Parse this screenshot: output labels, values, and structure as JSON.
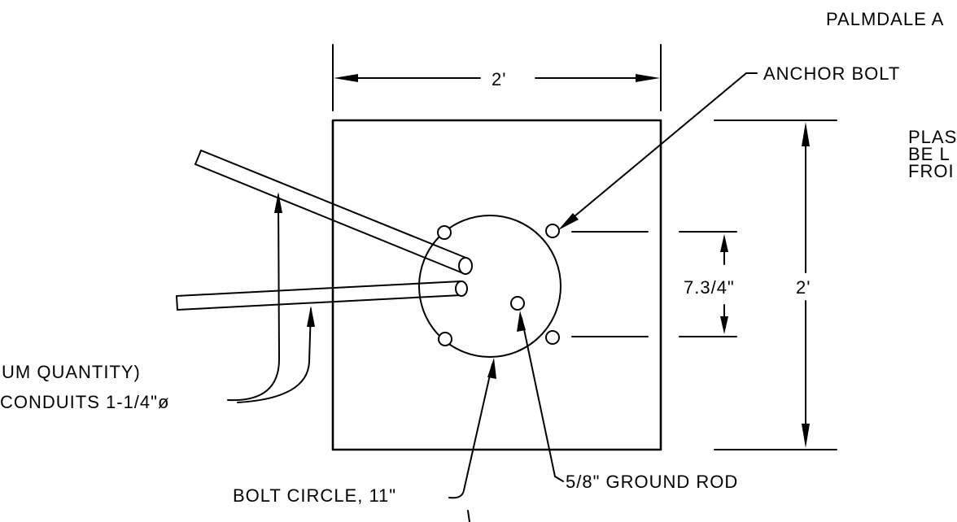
{
  "header_fragment": "PALMDALE A",
  "labels": {
    "top_width": "2'",
    "side_height": "2'",
    "bolt_spacing": "7.3/4\"",
    "anchor_bolt": "ANCHOR BOLT",
    "ground_rod": "5/8\" GROUND ROD",
    "bolt_circle": "BOLT CIRCLE, 11\"",
    "conduit_qty": "UM QUANTITY)",
    "conduit_size": "CONDUITS 1-1/4\"ø"
  },
  "note_fragment": [
    "PLAS",
    "BE L",
    "FROI"
  ]
}
